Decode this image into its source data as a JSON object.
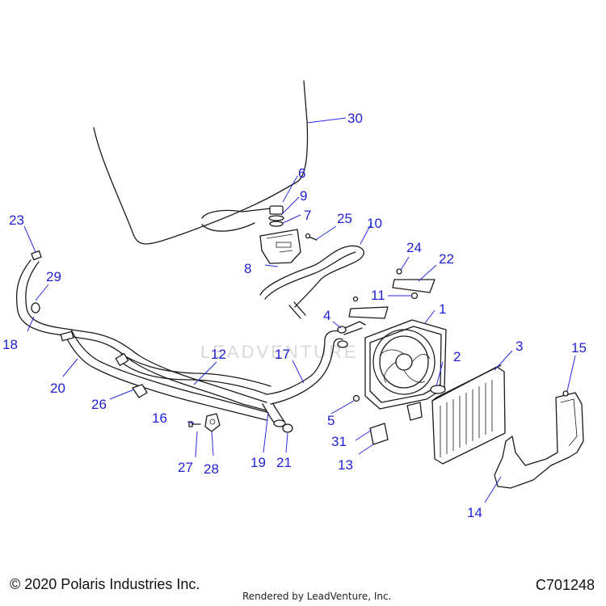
{
  "callouts": [
    "1",
    "2",
    "3",
    "4",
    "5",
    "6",
    "7",
    "8",
    "9",
    "10",
    "11",
    "12",
    "13",
    "14",
    "15",
    "16",
    "17",
    "18",
    "19",
    "20",
    "21",
    "22",
    "23",
    "24",
    "25",
    "26",
    "27",
    "28",
    "29",
    "30",
    "31"
  ],
  "watermark": "LEADVENTURE",
  "footer": {
    "copyright": "© 2020 Polaris Industries Inc.",
    "rendered_by": "Rendered by LeadVenture, Inc.",
    "diagram_id": "C701248"
  },
  "colors": {
    "callout": "#1f1fd6",
    "line": "#1a1a1a"
  }
}
